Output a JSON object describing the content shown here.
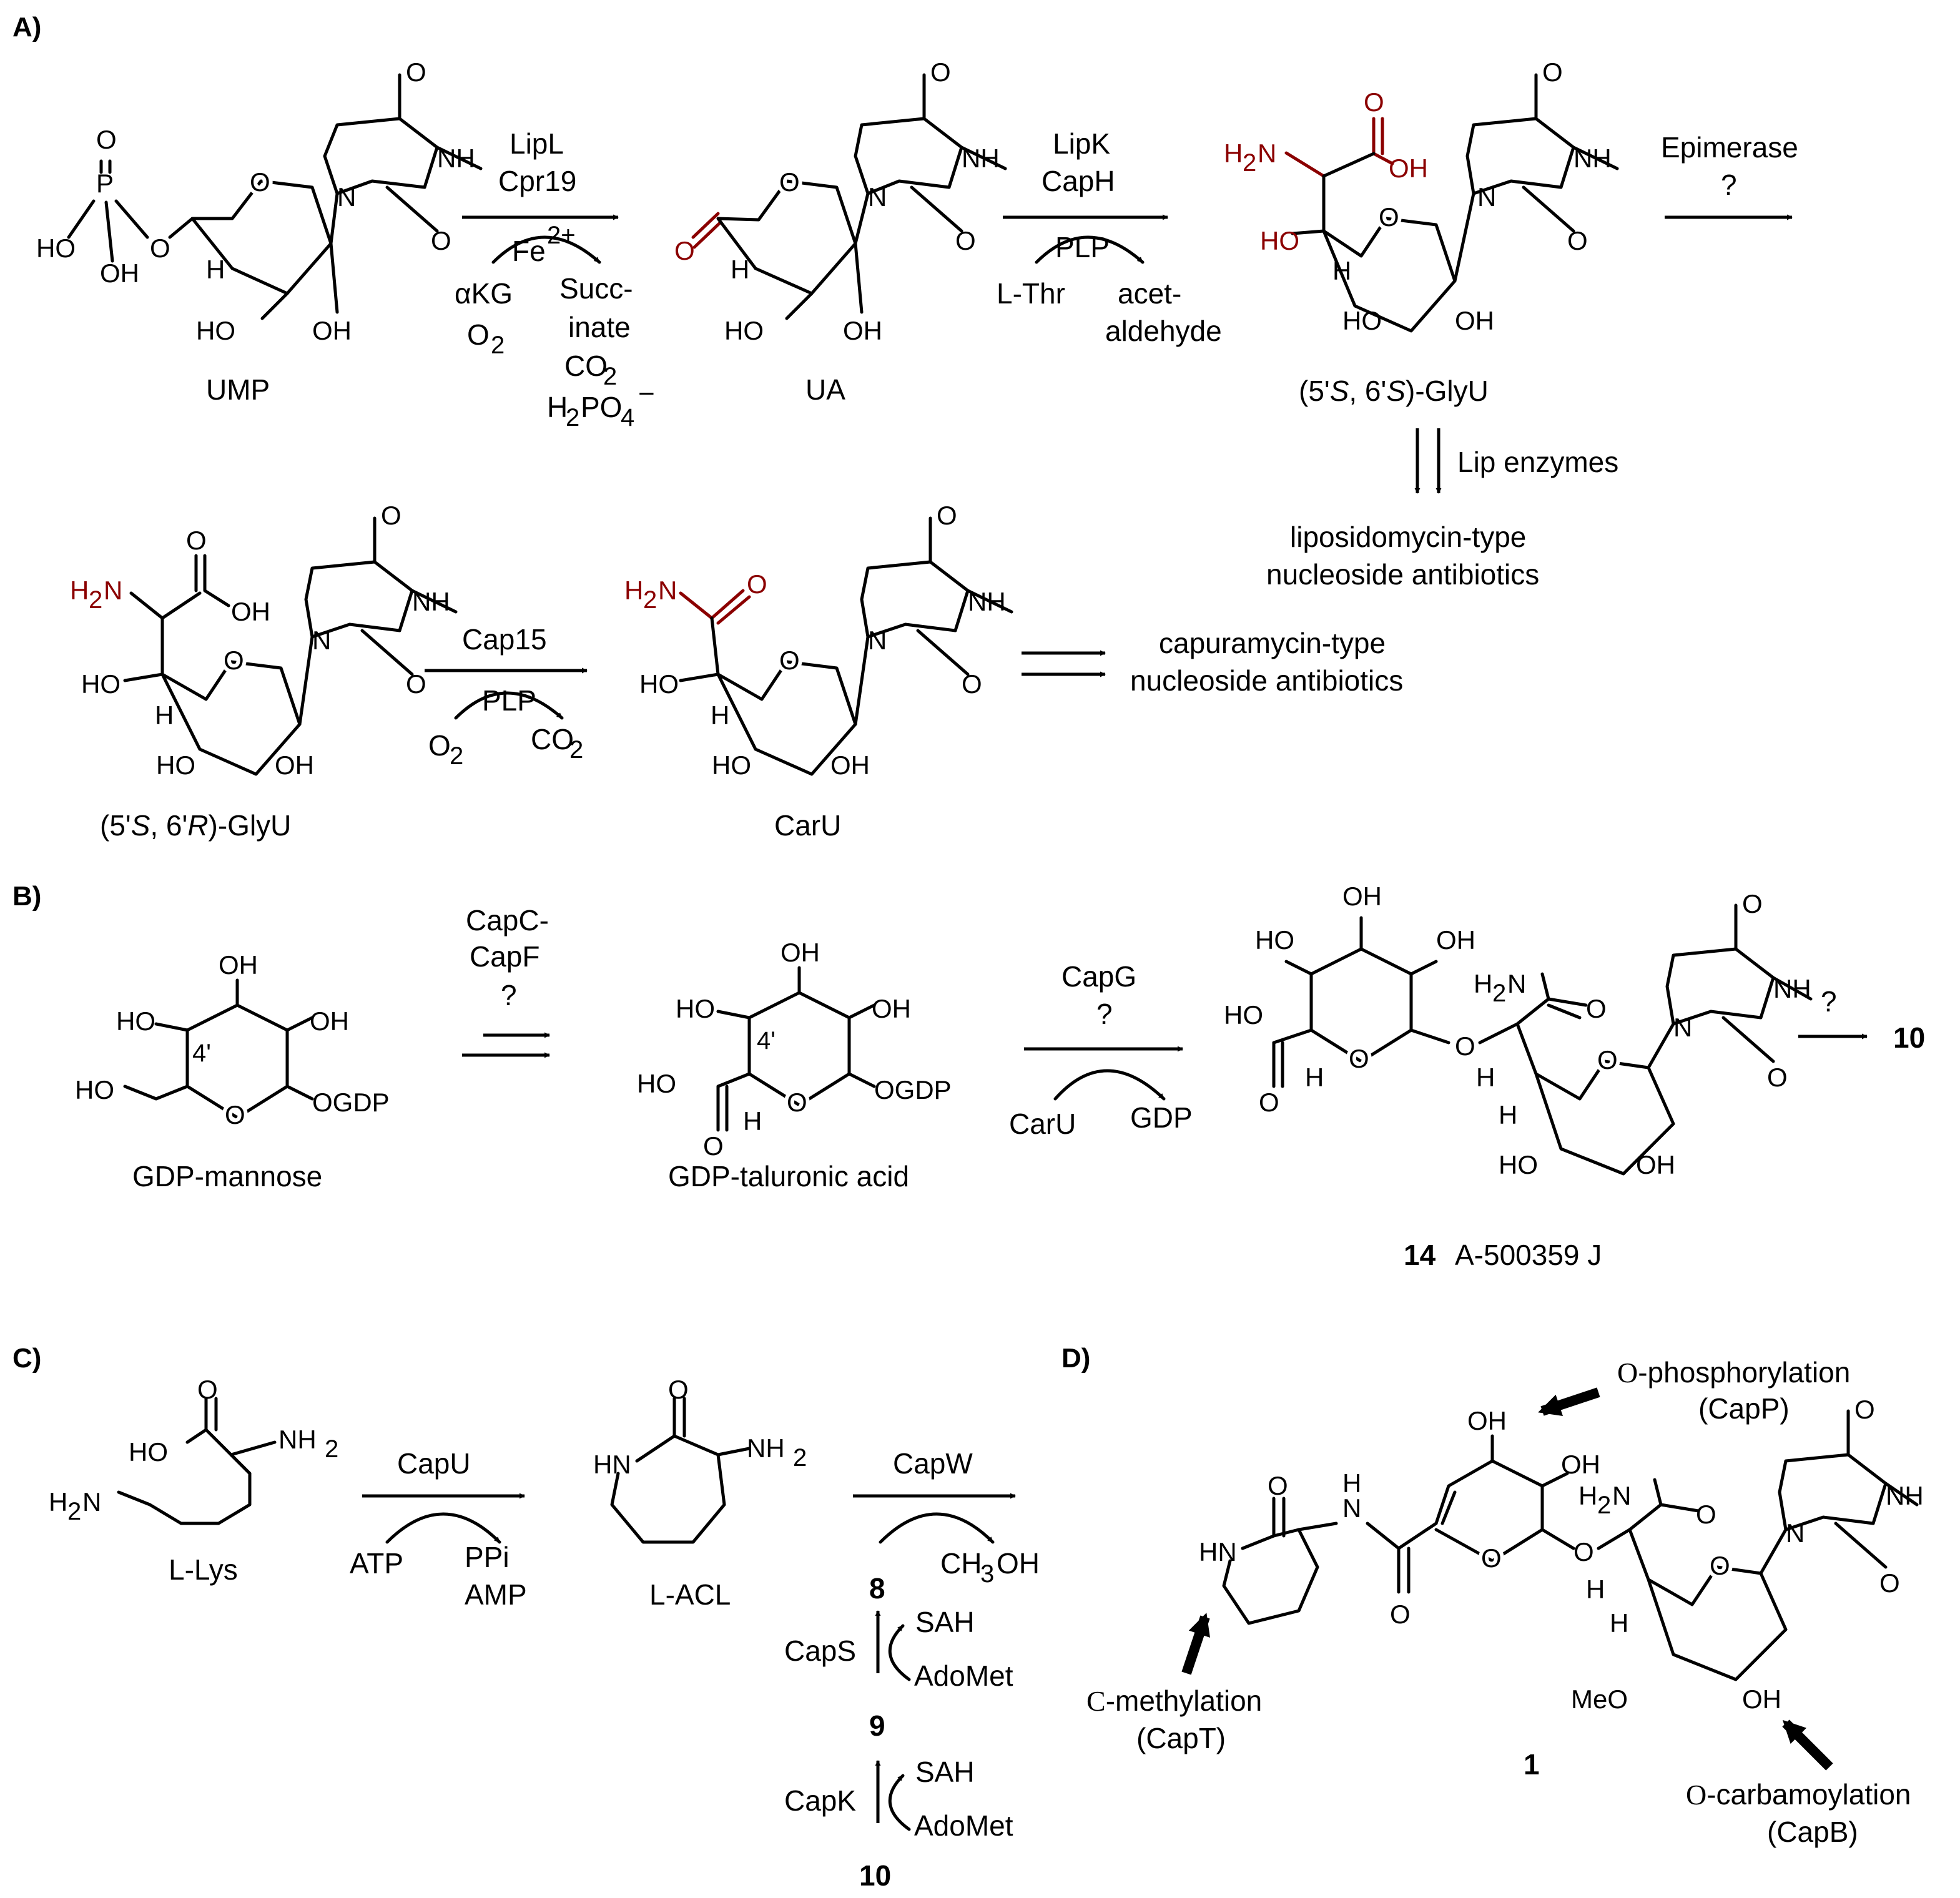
{
  "panels": {
    "a": "A)",
    "b": "B)",
    "c": "C)",
    "d": "D)"
  },
  "atoms": {
    "O": "O",
    "P": "P",
    "H": "H",
    "N": "N",
    "HO": "HO",
    "OH": "OH",
    "NH": "NH",
    "NH2": "NH",
    "H2N": "H",
    "HN": "HN",
    "sub2": "2",
    "OGDP": "OGDP",
    "MeO": "MeO",
    "pos4": "4'"
  },
  "panel_a": {
    "ump": "UMP",
    "ua": "UA",
    "glyu_s": {
      "p1": "(5'",
      "S1": "S",
      "p2": ", 6'",
      "S2": "S",
      "p3": ")-GlyU"
    },
    "glyu_r": {
      "p1": "(5'",
      "S1": "S",
      "p2": ", 6'",
      "R": "R",
      "p3": ")-GlyU"
    },
    "caru": "CarU",
    "step1": {
      "enz1": "LipL",
      "enz2": "Cpr19",
      "cofactor": "Fe",
      "cofactor_charge": "2+",
      "in1": "αKG",
      "in2": "O",
      "out1": "Succ-",
      "out2": "inate",
      "out3": "CO",
      "out4_a": "H",
      "out4_b": "PO",
      "out4_c": "−",
      "sub4": "4"
    },
    "step2": {
      "enz1": "LipK",
      "enz2": "CapH",
      "cofactor": "PLP",
      "in": "L-Thr",
      "out1": "acet-",
      "out2": "aldehyde"
    },
    "step3": {
      "enz1": "Epimerase",
      "enz2": "?"
    },
    "step4": {
      "enz": "Lip enzymes",
      "product1": "liposidomycin-type",
      "product2": "nucleoside antibiotics"
    },
    "step5": {
      "enz": "Cap15",
      "cofactor": "PLP",
      "in": "O",
      "out": "CO"
    },
    "step6": {
      "product1": "capuramycin-type",
      "product2": "nucleoside antibiotics"
    }
  },
  "panel_b": {
    "gdp_mannose": "GDP-mannose",
    "gdp_taluronic": "GDP-taluronic acid",
    "step1": {
      "enz1": "CapC-",
      "enz2": "CapF",
      "q": "?"
    },
    "step2": {
      "enz": "CapG",
      "q": "?",
      "in": "CarU",
      "out": "GDP"
    },
    "step3": {
      "q": "?",
      "target": "10"
    },
    "cmpd14_num": "14",
    "cmpd14_name": "A-500359 J"
  },
  "panel_c": {
    "llys": "L-Lys",
    "lacl": "L-ACL",
    "step1": {
      "enz": "CapU",
      "in": "ATP",
      "out1": "PPi",
      "out2": "AMP"
    },
    "step2": {
      "enz": "CapW",
      "out": "CH",
      "out_b": "OH",
      "sub": "3"
    },
    "num8": "8",
    "num9": "9",
    "num10": "10",
    "capS": {
      "enz": "CapS",
      "out": "SAH",
      "in": "AdoMet"
    },
    "capK": {
      "enz": "CapK",
      "out": "SAH",
      "in": "AdoMet"
    }
  },
  "panel_d": {
    "compound_num": "1",
    "phos": {
      "l1a": "O",
      "l1b": "-phosphorylation",
      "l2": "(CapP)"
    },
    "meth": {
      "l1a": "C",
      "l1b": "-methylation",
      "l2": "(CapT)"
    },
    "carb": {
      "l1a": "O",
      "l1b": "-carbamoylation",
      "l2": "(CapB)"
    }
  }
}
